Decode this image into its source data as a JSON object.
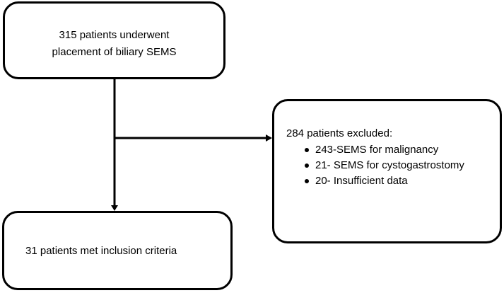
{
  "flowchart": {
    "top_box": {
      "line1": "315 patients underwent",
      "line2": "placement of biliary SEMS"
    },
    "exclusion_box": {
      "heading": "284 patients excluded:",
      "items": [
        "243-SEMS for malignancy",
        "21- SEMS for cystogastrostomy",
        "20- Insufficient data"
      ]
    },
    "bottom_box": {
      "text": "31 patients met inclusion criteria"
    }
  }
}
